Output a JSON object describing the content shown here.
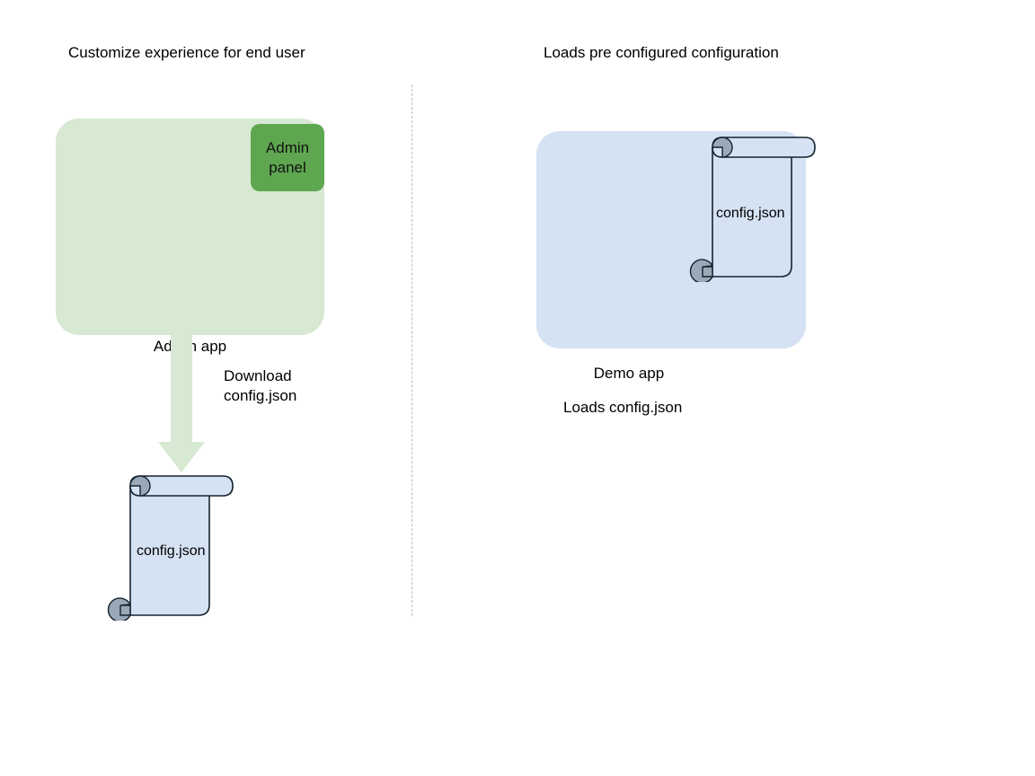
{
  "headings": {
    "left": "Customize experience for end user",
    "right": "Loads pre configured configuration"
  },
  "left_flow": {
    "app": {
      "label": "Admin app",
      "fill": "#d7e8d3"
    },
    "panel": {
      "line1": "Admin",
      "line2": "panel",
      "fill": "#5ea750"
    },
    "arrow": {
      "label_line1": "Download",
      "label_line2": "config.json",
      "fill": "#d7e8d3"
    },
    "document": {
      "label": "config.json",
      "fill": "#d5e2f4",
      "stroke": "#15232e",
      "curl_fill": "#9aa8b8"
    }
  },
  "right_flow": {
    "app": {
      "label": "Demo app",
      "fill": "#d5e2f4"
    },
    "document": {
      "label": "config.json",
      "fill": "#d5e2f4",
      "stroke": "#15232e",
      "curl_fill": "#9aa8b8"
    },
    "caption": "Loads config.json"
  },
  "divider": {
    "style": "dashed",
    "color": "#b3b3b3"
  }
}
